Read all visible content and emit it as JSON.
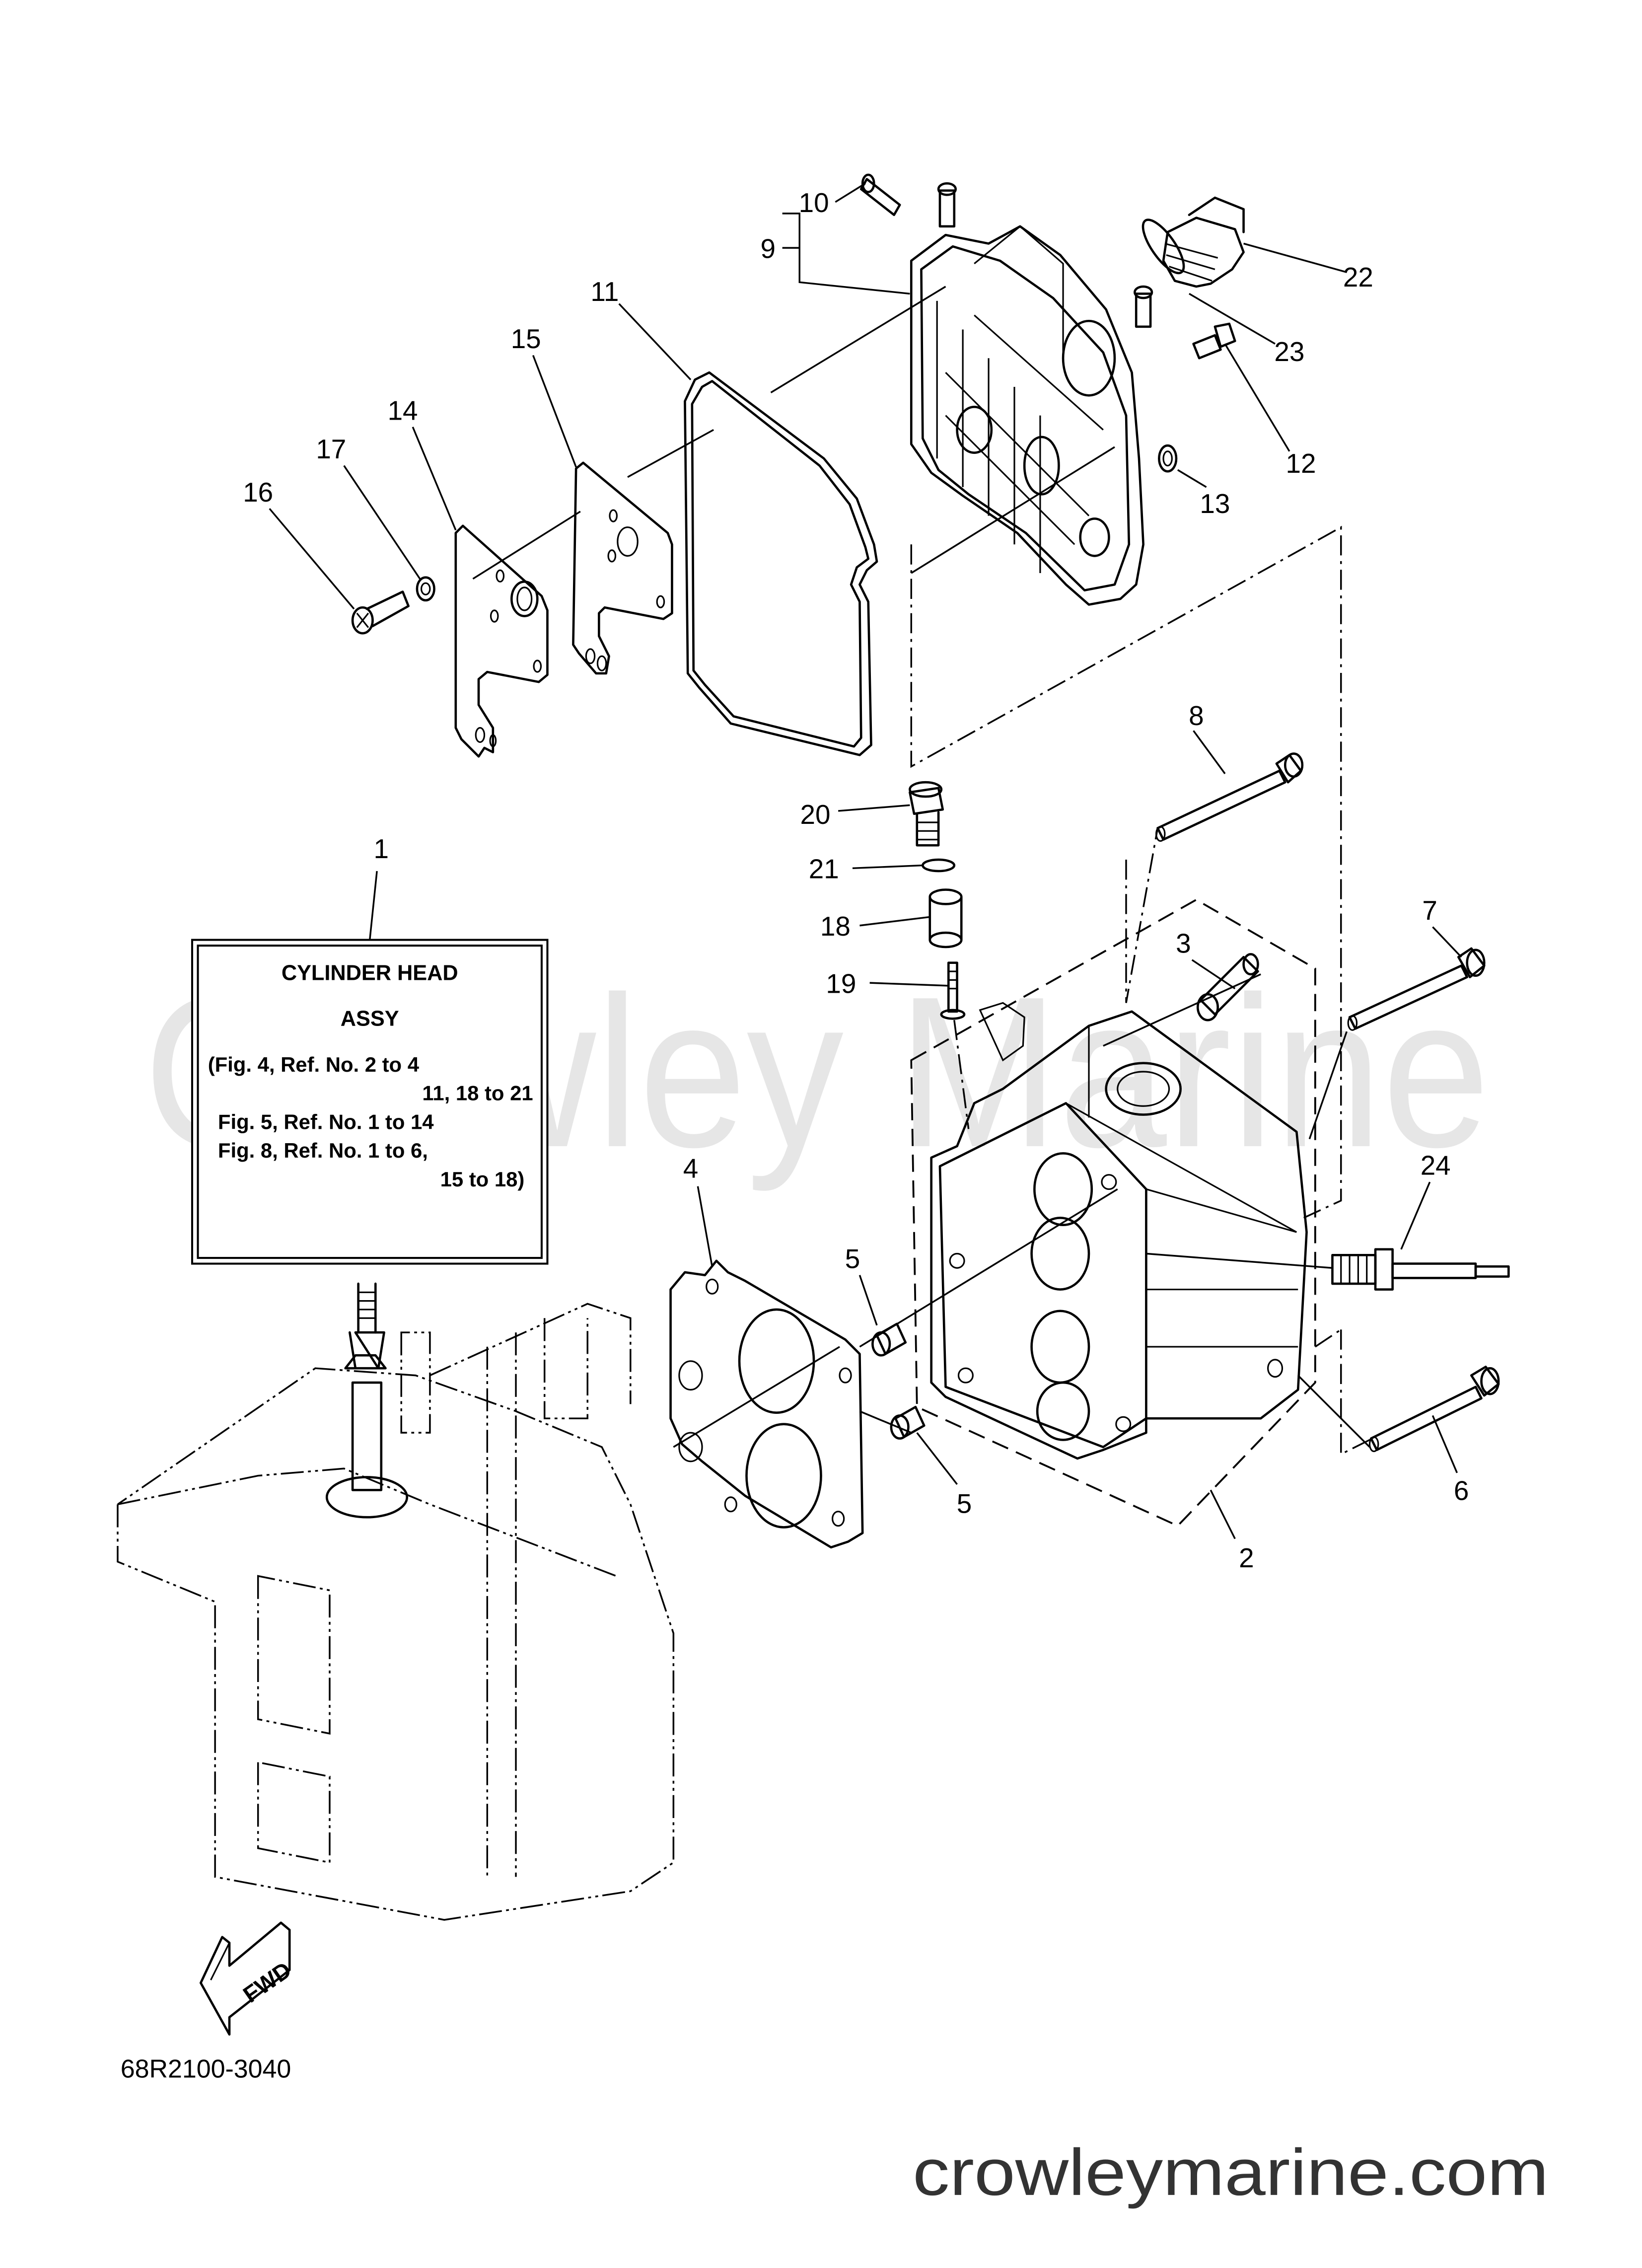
{
  "diagram": {
    "title_box": {
      "ref": "1",
      "title_line1": "CYLINDER HEAD",
      "title_line2": "ASSY",
      "refs": [
        "(Fig. 4, Ref. No. 2 to 4",
        "11, 18 to 21",
        "Fig. 5, Ref. No. 1 to 14",
        "Fig. 8, Ref. No. 1 to 6,",
        "15 to 18)"
      ]
    },
    "callouts": [
      {
        "id": "c10",
        "label": "10",
        "part": "pin"
      },
      {
        "id": "c9",
        "label": "9",
        "part": "cylinder-head-cover"
      },
      {
        "id": "c22",
        "label": "22",
        "part": "oil-filler-cap"
      },
      {
        "id": "c11",
        "label": "11",
        "part": "cover-gasket"
      },
      {
        "id": "c23",
        "label": "23",
        "part": "o-ring"
      },
      {
        "id": "c15",
        "label": "15",
        "part": "gasket-plate"
      },
      {
        "id": "c14",
        "label": "14",
        "part": "cover-plate"
      },
      {
        "id": "c17",
        "label": "17",
        "part": "washer"
      },
      {
        "id": "c12",
        "label": "12",
        "part": "bolt"
      },
      {
        "id": "c16",
        "label": "16",
        "part": "screw"
      },
      {
        "id": "c13",
        "label": "13",
        "part": "washer"
      },
      {
        "id": "c8",
        "label": "8",
        "part": "bolt"
      },
      {
        "id": "c20",
        "label": "20",
        "part": "plug"
      },
      {
        "id": "c21",
        "label": "21",
        "part": "o-ring"
      },
      {
        "id": "c1",
        "label": "1",
        "part": "cylinder-head-assy"
      },
      {
        "id": "c18",
        "label": "18",
        "part": "collar"
      },
      {
        "id": "c7",
        "label": "7",
        "part": "bolt"
      },
      {
        "id": "c3",
        "label": "3",
        "part": "guide"
      },
      {
        "id": "c19",
        "label": "19",
        "part": "stud"
      },
      {
        "id": "c4",
        "label": "4",
        "part": "head-gasket"
      },
      {
        "id": "c24",
        "label": "24",
        "part": "spark-plug"
      },
      {
        "id": "c5a",
        "label": "5",
        "part": "dowel-pin"
      },
      {
        "id": "c5b",
        "label": "5",
        "part": "dowel-pin"
      },
      {
        "id": "c6",
        "label": "6",
        "part": "bolt"
      },
      {
        "id": "c2",
        "label": "2",
        "part": "cylinder-head"
      }
    ],
    "watermark": "Crowley Marine",
    "fwd_label": "FWD",
    "part_number": "68R2100-3040",
    "website": "crowleymarine.com",
    "colors": {
      "ink": "#000000",
      "background": "#ffffff",
      "watermark": "#e6e6e6",
      "website_text": "#333333"
    }
  }
}
